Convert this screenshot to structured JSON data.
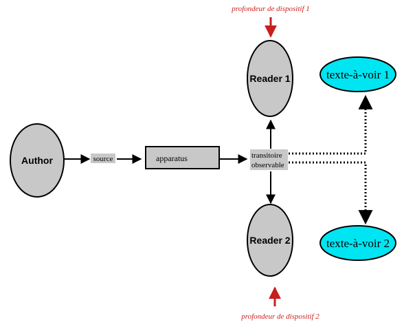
{
  "colors": {
    "node_fill": "#c8c8c8",
    "cyan_fill": "#00e5f2",
    "red": "#c81e1e",
    "stroke": "#000000"
  },
  "nodes": {
    "author": "Author",
    "source": "source",
    "apparatus": "apparatus",
    "transitoire_line1": "transitoire",
    "transitoire_line2": "observable",
    "reader1": "Reader 1",
    "reader2": "Reader 2",
    "texte1": "texte-à-voir 1",
    "texte2": "texte-à-voir 2"
  },
  "annotations": {
    "depth_top": "profondeur de dispositif  1",
    "depth_bottom": "profondeur de dispositif  2"
  }
}
